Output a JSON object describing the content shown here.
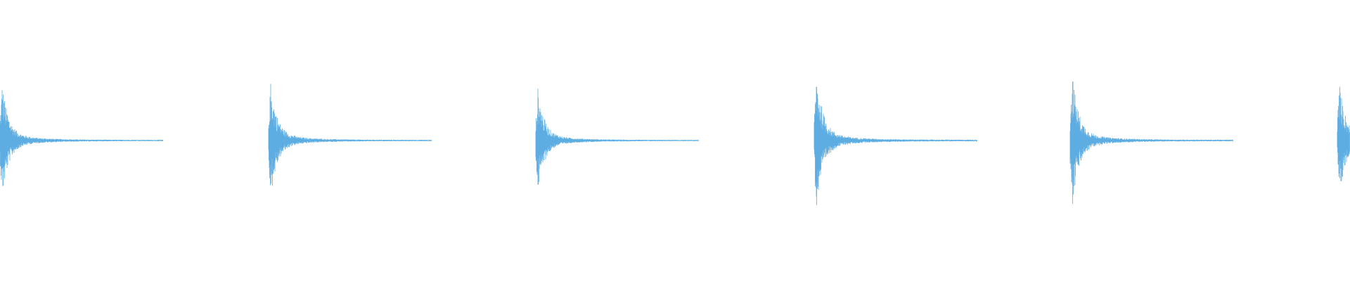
{
  "waveform": {
    "color": "#5DADE2",
    "background": "#ffffff",
    "transient_count": 6,
    "transient_peaks": [
      0.82,
      0.83,
      0.74,
      1.0,
      0.97,
      0.82
    ],
    "decay_profile": "sharp-attack-exponential-decay",
    "last_transient_truncated": true
  }
}
